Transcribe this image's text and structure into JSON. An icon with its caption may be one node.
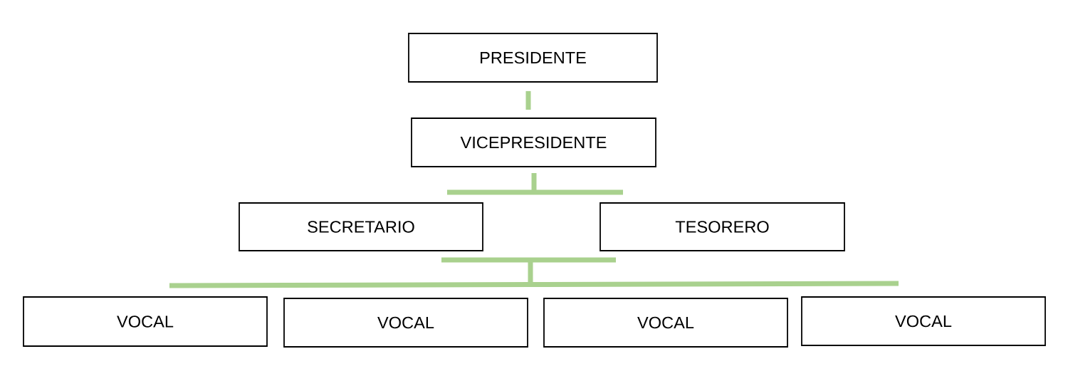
{
  "diagram": {
    "nodes": [
      {
        "text": [
          "PRESIDENTE"
        ]
      },
      {
        "text": [
          "VICEPRESIDENTE"
        ]
      },
      {
        "text": [
          "SECRETARIO"
        ]
      },
      {
        "text": [
          "TESORERO"
        ]
      },
      {
        "text": [
          "VOCAL"
        ]
      },
      {
        "text": [
          "VOCAL"
        ]
      },
      {
        "text": [
          "VOCAL"
        ]
      },
      {
        "text": [
          "VOCAL"
        ]
      }
    ],
    "edges": [
      {
        "from": 0,
        "to": 1,
        "arrow": "none"
      },
      {
        "from": 1,
        "to": 2,
        "arrow": "none"
      },
      {
        "from": 1,
        "to": 3,
        "arrow": "none"
      },
      {
        "from": 2,
        "to": 4,
        "arrow": "none"
      },
      {
        "from": 2,
        "to": 5,
        "arrow": "none"
      },
      {
        "from": 2,
        "to": 6,
        "arrow": "none"
      },
      {
        "from": 2,
        "to": 7,
        "arrow": "none"
      },
      {
        "from": 3,
        "to": 4,
        "arrow": "none"
      },
      {
        "from": 3,
        "to": 5,
        "arrow": "none"
      },
      {
        "from": 3,
        "to": 6,
        "arrow": "none"
      },
      {
        "from": 3,
        "to": 7,
        "arrow": "none"
      }
    ]
  }
}
